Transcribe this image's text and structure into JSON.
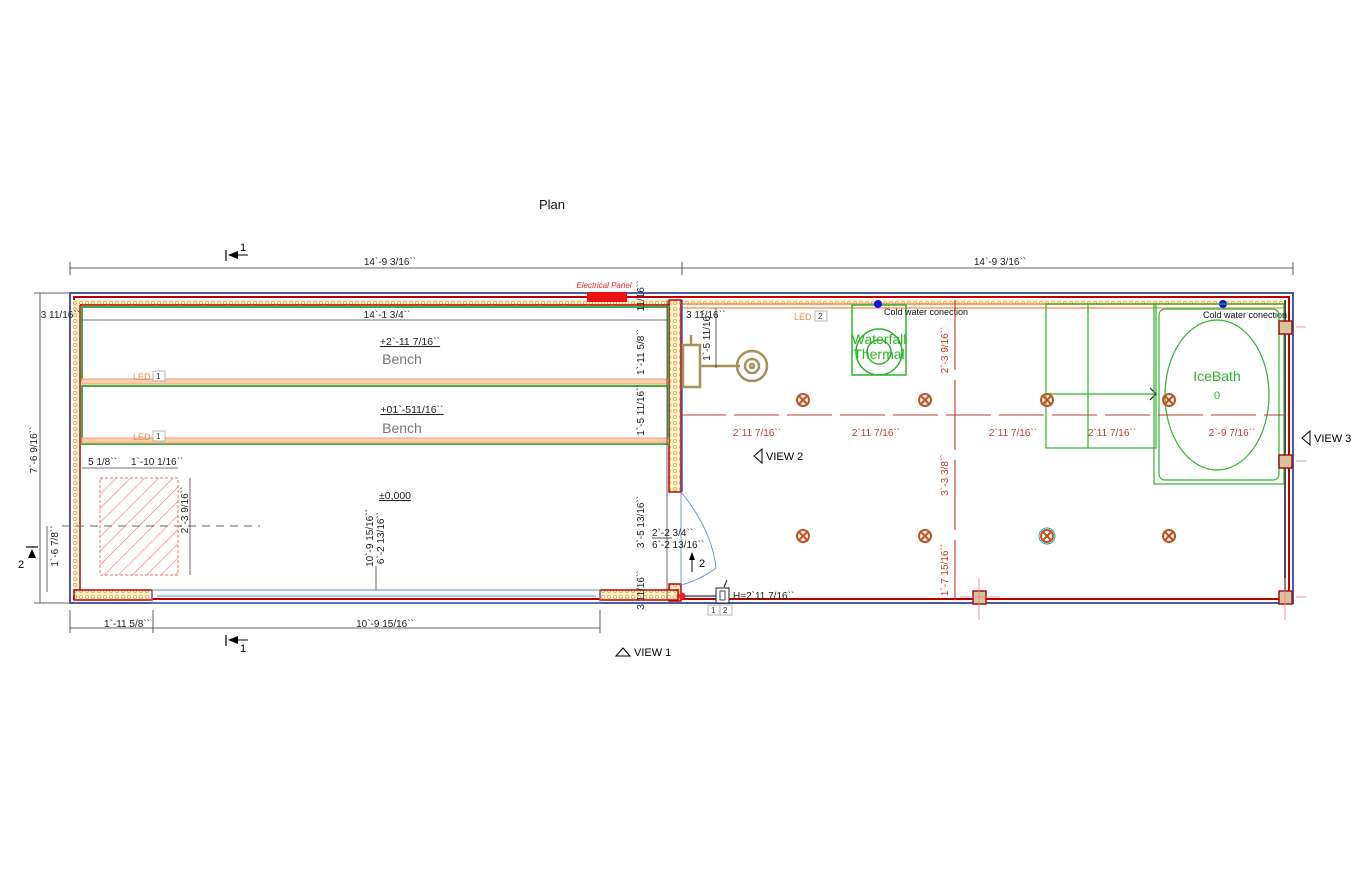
{
  "title": "Plan",
  "section_marks": {
    "section_1": "1",
    "section_2": "2",
    "door_2": "2"
  },
  "dimensions": {
    "top_left": "14`-9 3/16``",
    "top_right": "14`-9 3/16``",
    "left_height": "7`-6 9/16``",
    "wall_left": "3 11/16``",
    "wall_mid": "3 11/16``",
    "bench_length": "14`-1 3/4``",
    "bench1_depth": "1`-11 5/8``",
    "bench2_depth": "1`-5 11/16``",
    "top_small": "11/16``",
    "shower_offset": "1`-5 11/16``",
    "door_side": "3`-5 13/16``",
    "door_bottom_wall": "3 11/16``",
    "hatch_offset": "5 1/8``",
    "hatch_width": "1`-10 1/16``",
    "hatch_height": "2`-3 9/16``",
    "hatch_from_wall": "1`-6 7/8``",
    "room_depth": "10`-9 15/16``",
    "window_height": "6`-2 13/16``",
    "door_width": "2`-2 3/4``",
    "door_height": "6`-2 13/16``",
    "bottom_left": "1`-11 5/8``",
    "bottom_window": "10`-9 15/16``",
    "switch_height": "H=2`11 7/16``",
    "light_spacing": [
      "2`11 7/16``",
      "2`11 7/16``",
      "2`11 7/16``",
      "2`11 7/16``",
      "2`-9 7/16``"
    ],
    "light_vert_top": "2`-3 9/16``",
    "light_vert_mid": "3`-3 3/8``",
    "light_vert_bottom": "1`-7 15/16``"
  },
  "labels": {
    "electrical_panel": "Electrical Panel",
    "bench_upper": "Bench",
    "bench_upper_elev": "+2`-11 7/16``",
    "bench_lower": "Bench",
    "bench_lower_elev": "+01`-511/16``",
    "floor_elev": "±0,000",
    "led1_a": "LED",
    "led1_a_num": "1",
    "led1_b": "LED",
    "led1_b_num": "1",
    "led2": "LED",
    "led2_num": "2",
    "cold_water_1": "Cold water conection",
    "cold_water_2": "Cold water conection",
    "waterfall_1": "Waterfall",
    "waterfall_2": "Thermal",
    "icebath": "IceBath",
    "icebath_sub": "0",
    "switch_tag_1": "1",
    "switch_tag_2": "2",
    "view1": "VIEW 1",
    "view2": "VIEW 2",
    "view3": "VIEW 3"
  },
  "colors": {
    "wall_blue": "#4a5aa8",
    "wall_red": "#c00000",
    "insulation": "#e8a93c",
    "bench_green": "#3cb043",
    "led_orange": "#f5a06a",
    "fixture": "#2db52d",
    "light": "#c0501e"
  }
}
